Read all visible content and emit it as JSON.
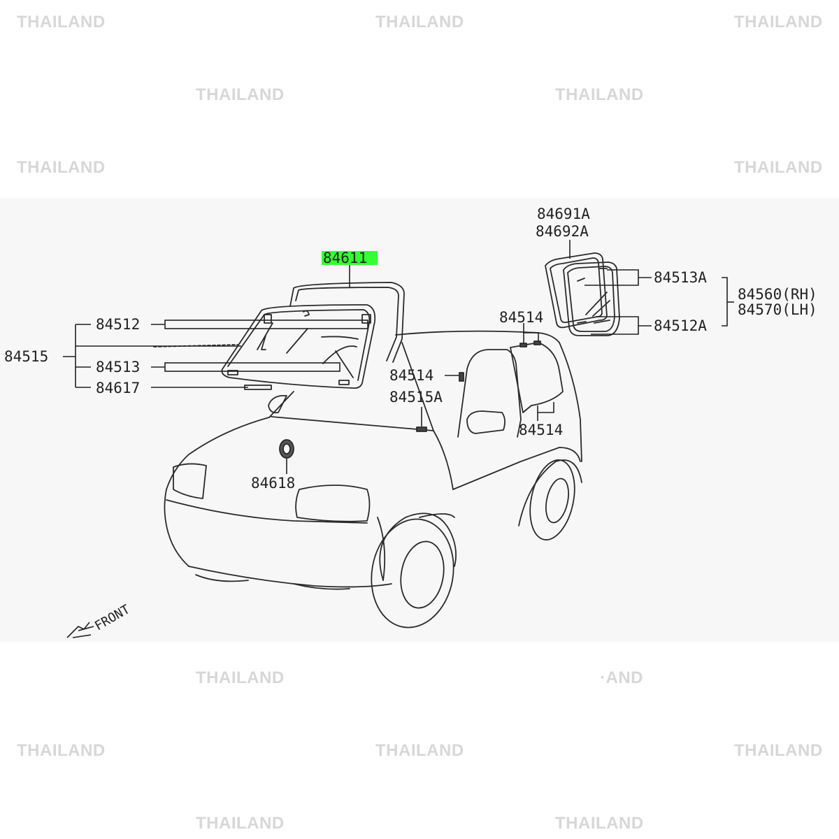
{
  "watermark": "THAILAND",
  "watermark_partial": "·AND",
  "highlight_color": "#33ff33",
  "labels": {
    "p84611": "84611",
    "p84691A": "84691A",
    "p84692A": "84692A",
    "p84513A": "84513A",
    "p84512A": "84512A",
    "p84560": "84560(RH)",
    "p84570": "84570(LH)",
    "p84514_top": "84514",
    "p84514_mid": "84514",
    "p84514_right": "84514",
    "p84515A": "84515A",
    "p84512": "84512",
    "p84515": "84515",
    "p84513": "84513",
    "p84617": "84617",
    "p84618": "84618",
    "front": "FRONT"
  }
}
